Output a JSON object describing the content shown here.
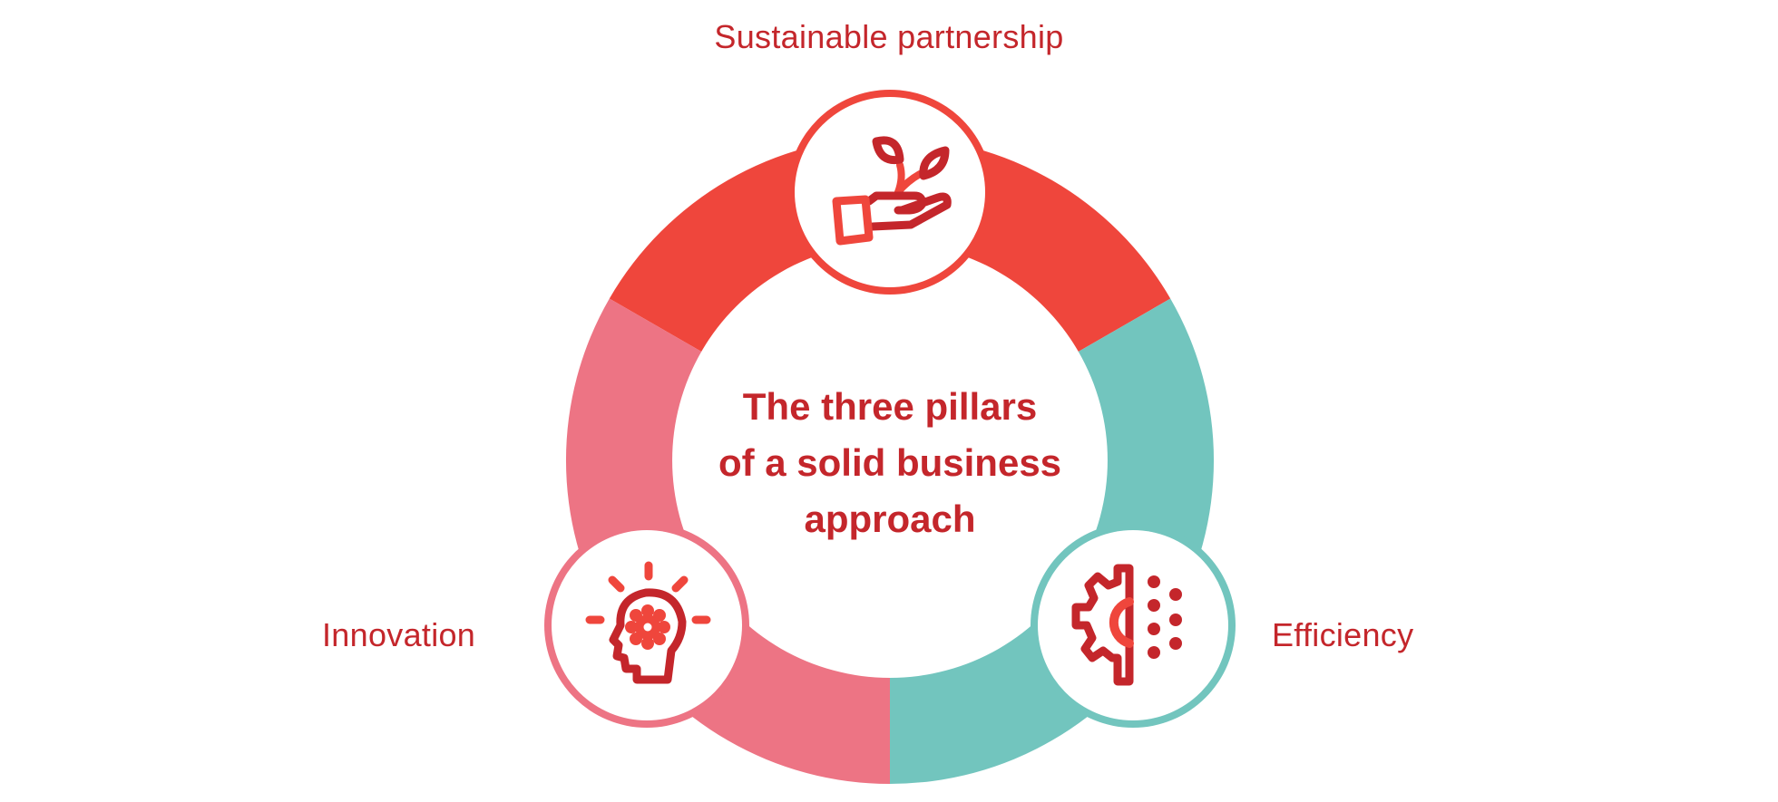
{
  "title": {
    "lines": [
      "The three pillars",
      "of a solid business",
      "approach"
    ]
  },
  "pillars": [
    {
      "label": "Sustainable partnership",
      "icon": "plant-in-hand-icon",
      "segment_color": "#ef463c",
      "position": "top"
    },
    {
      "label": "Innovation",
      "icon": "head-with-gear-lightbulb-icon",
      "segment_color": "#ed7484",
      "position": "bottom-left"
    },
    {
      "label": "Efficiency",
      "icon": "half-gear-dots-icon",
      "segment_color": "#72c5be",
      "position": "bottom-right"
    }
  ],
  "colors": {
    "text": "#c4262b",
    "icon_dark": "#c4262b",
    "icon_light": "#ef463c",
    "red": "#ef463c",
    "pink": "#ed7484",
    "teal": "#72c5be",
    "background": "#ffffff"
  }
}
